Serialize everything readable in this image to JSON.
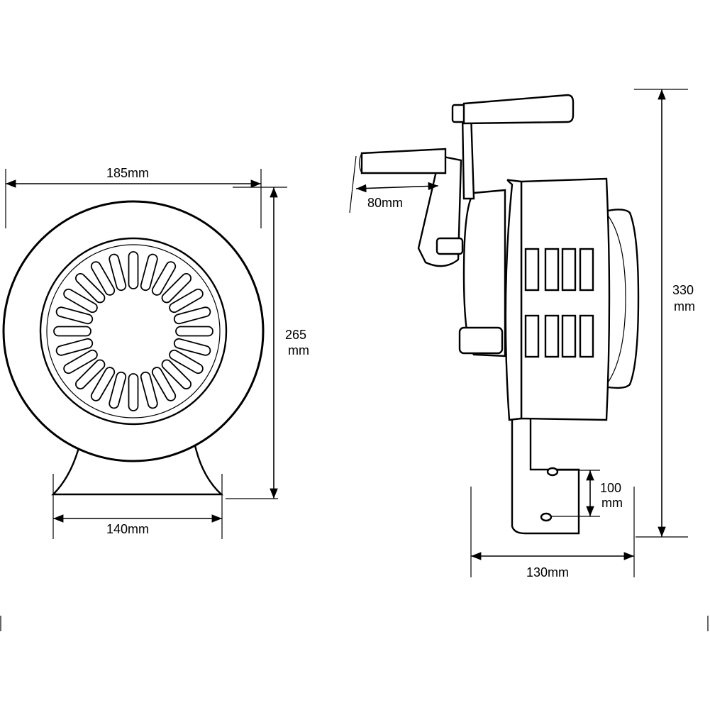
{
  "front_view": {
    "width_label": "185mm",
    "height_label_top": "265",
    "height_label_bottom": "mm",
    "base_label": "140mm",
    "grille_slot_count": 24
  },
  "side_view": {
    "handle_label": "80mm",
    "height_label_top": "330",
    "height_label_bottom": "mm",
    "hole_spacing_top": "100",
    "hole_spacing_bottom": "mm",
    "depth_label": "130mm"
  }
}
